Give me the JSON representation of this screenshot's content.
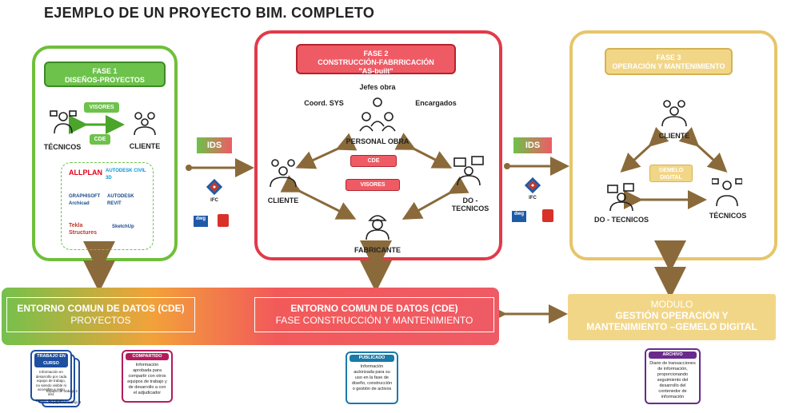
{
  "title": "EJEMPLO DE UN PROYECTO BIM. COMPLETO",
  "colors": {
    "green": "#6cc24a",
    "red": "#ef5b65",
    "yellow": "#f2d688",
    "arrow": "#8a6a3a"
  },
  "phase1": {
    "header": [
      "FASE 1",
      "DISEÑOS-PROYECTOS"
    ],
    "tecnicos": "TÉCNICOS",
    "cliente": "CLIENTE",
    "visores": "VISORES",
    "cde": "CDE",
    "software": [
      "ALLPLAN",
      "AUTODESK CIVIL 3D",
      "GRAPHISOFT Archicad",
      "AUTODESK REVIT",
      "Tekla Structures",
      "SketchUp"
    ]
  },
  "phase2": {
    "header": [
      "FASE 2",
      "CONSTRUCCIÓN-FABRRICACIÓN",
      "\"AS-built\""
    ],
    "jefes": "Jefes obra",
    "coord": "Coord. SYS",
    "encargados": "Encargados",
    "personal": "PERSONAL OBRA",
    "cliente": "CLIENTE",
    "do_tecnicos": [
      "DO -",
      "TECNICOS"
    ],
    "fabricante": "FABRICANTE",
    "cde": "CDE",
    "visores": "VISORES"
  },
  "phase3": {
    "header": [
      "FASE 3",
      "OPERACIÓN Y MANTENIMIENTO"
    ],
    "cliente": "CLIENTE",
    "gemelo": [
      "GEMELO",
      "DIGITAL"
    ],
    "do_tecnicos": "DO - TECNICOS",
    "tecnicos": "TÉCNICOS"
  },
  "ids": "IDS",
  "ifc": "IFC",
  "dwg": "dwg",
  "cde_bar": {
    "left": [
      "ENTORNO COMUN DE DATOS (CDE)",
      "PROYECTOS"
    ],
    "middle": [
      "ENTORNO COMUN DE DATOS (CDE)",
      "FASE CONSTRUCCIÓN Y MANTENIMIENTO"
    ],
    "right": [
      "MODULO",
      "GESTIÓN OPERACIÓN Y",
      "MANTENIMIENTO –GEMELO DIGITAL"
    ]
  },
  "docs": {
    "trabajo": {
      "header": "TRABAJO EN CURSO",
      "body": "Información en desarrollo por cada equipo de trabajo, no siendo visible ni accesible a resto inst.",
      "teams": [
        "Equipo de trabajo 1",
        "Equipo de trabajo 2",
        "Equipo de trabajo 3"
      ]
    },
    "compartido": {
      "header": "COMPARTIDO",
      "body": "Información aprobada para compartir con otros equipos de trabajo y de desarrollo a con el adjudicador"
    },
    "publicado": {
      "header": "PUBLICADO",
      "body": "Información autorizada para su uso en la fase de diseño, construcción o gestión de activos"
    },
    "archivo": {
      "header": "ARCHIVO",
      "body": "Diario de transacciones de información, proporcionando seguimiento del desarrollo del contenedor de información"
    }
  }
}
